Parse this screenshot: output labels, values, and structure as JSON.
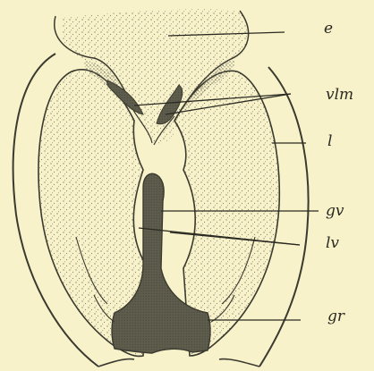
{
  "colors": {
    "background": "#f7f2c9",
    "ink": "#3b3a30",
    "dark_fill": "#5e5c4c",
    "stipple": "#8a8670"
  },
  "labels": {
    "e": "e",
    "vlm": "vlm",
    "l": "l",
    "gv": "gv",
    "lv": "lv",
    "gr": "gr"
  }
}
